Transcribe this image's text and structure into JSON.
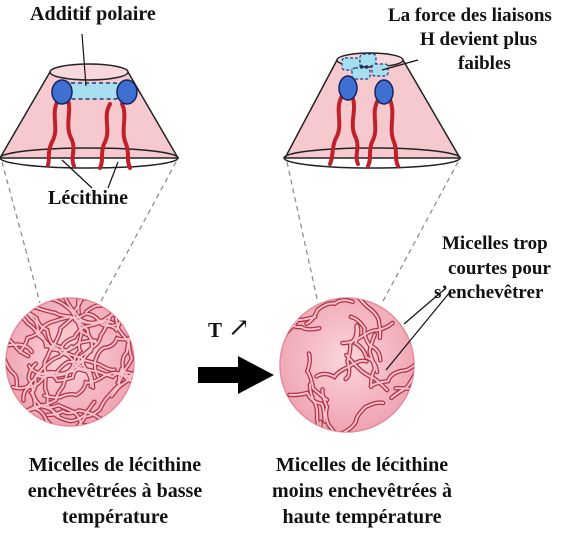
{
  "labels": {
    "polar_additive": "Additif polaire",
    "lecithin": "Lécithine",
    "hbond_weaker_line1": "La force des liaisons",
    "hbond_weaker_line2": "H devient plus",
    "hbond_weaker_line3": "faibles",
    "too_short_line1": "Micelles trop",
    "too_short_line2": "courtes pour",
    "too_short_line3": "s’enchevêtrer",
    "temperature_symbol": "T",
    "temperature_arrow": "↗",
    "left_caption_line1": "Micelles de lécithine",
    "left_caption_line2": "enchevêtrées à basse",
    "left_caption_line3": "température",
    "right_caption_line1": "Micelles de lécithine",
    "right_caption_line2": "moins enchevêtrées à",
    "right_caption_line3": "haute température"
  },
  "colors": {
    "cone_fill": "#f6c9cf",
    "cone_stroke": "#222222",
    "tail": "#c0202a",
    "head": "#3f6fd0",
    "additive": "#a8dff0",
    "circle_fill": "#f4b9c3",
    "worm": "#c23a4a",
    "arrow": "#000000"
  }
}
